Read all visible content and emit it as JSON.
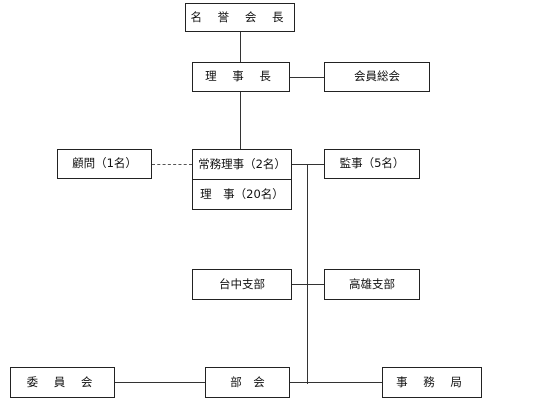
{
  "org_chart": {
    "honorary_chairman": "名 誉 会 長",
    "chairman": "理 事 長",
    "general_assembly": "会員総会",
    "advisor": "顧問（1名）",
    "executive_director": "常務理事（2名）",
    "directors": "理　事（20名）",
    "auditor": "監事（5名）",
    "taichung_branch": "台中支部",
    "kaohsiung_branch": "高雄支部",
    "committee": "委 員 会",
    "division": "部　会",
    "secretariat": "事 務 局"
  }
}
